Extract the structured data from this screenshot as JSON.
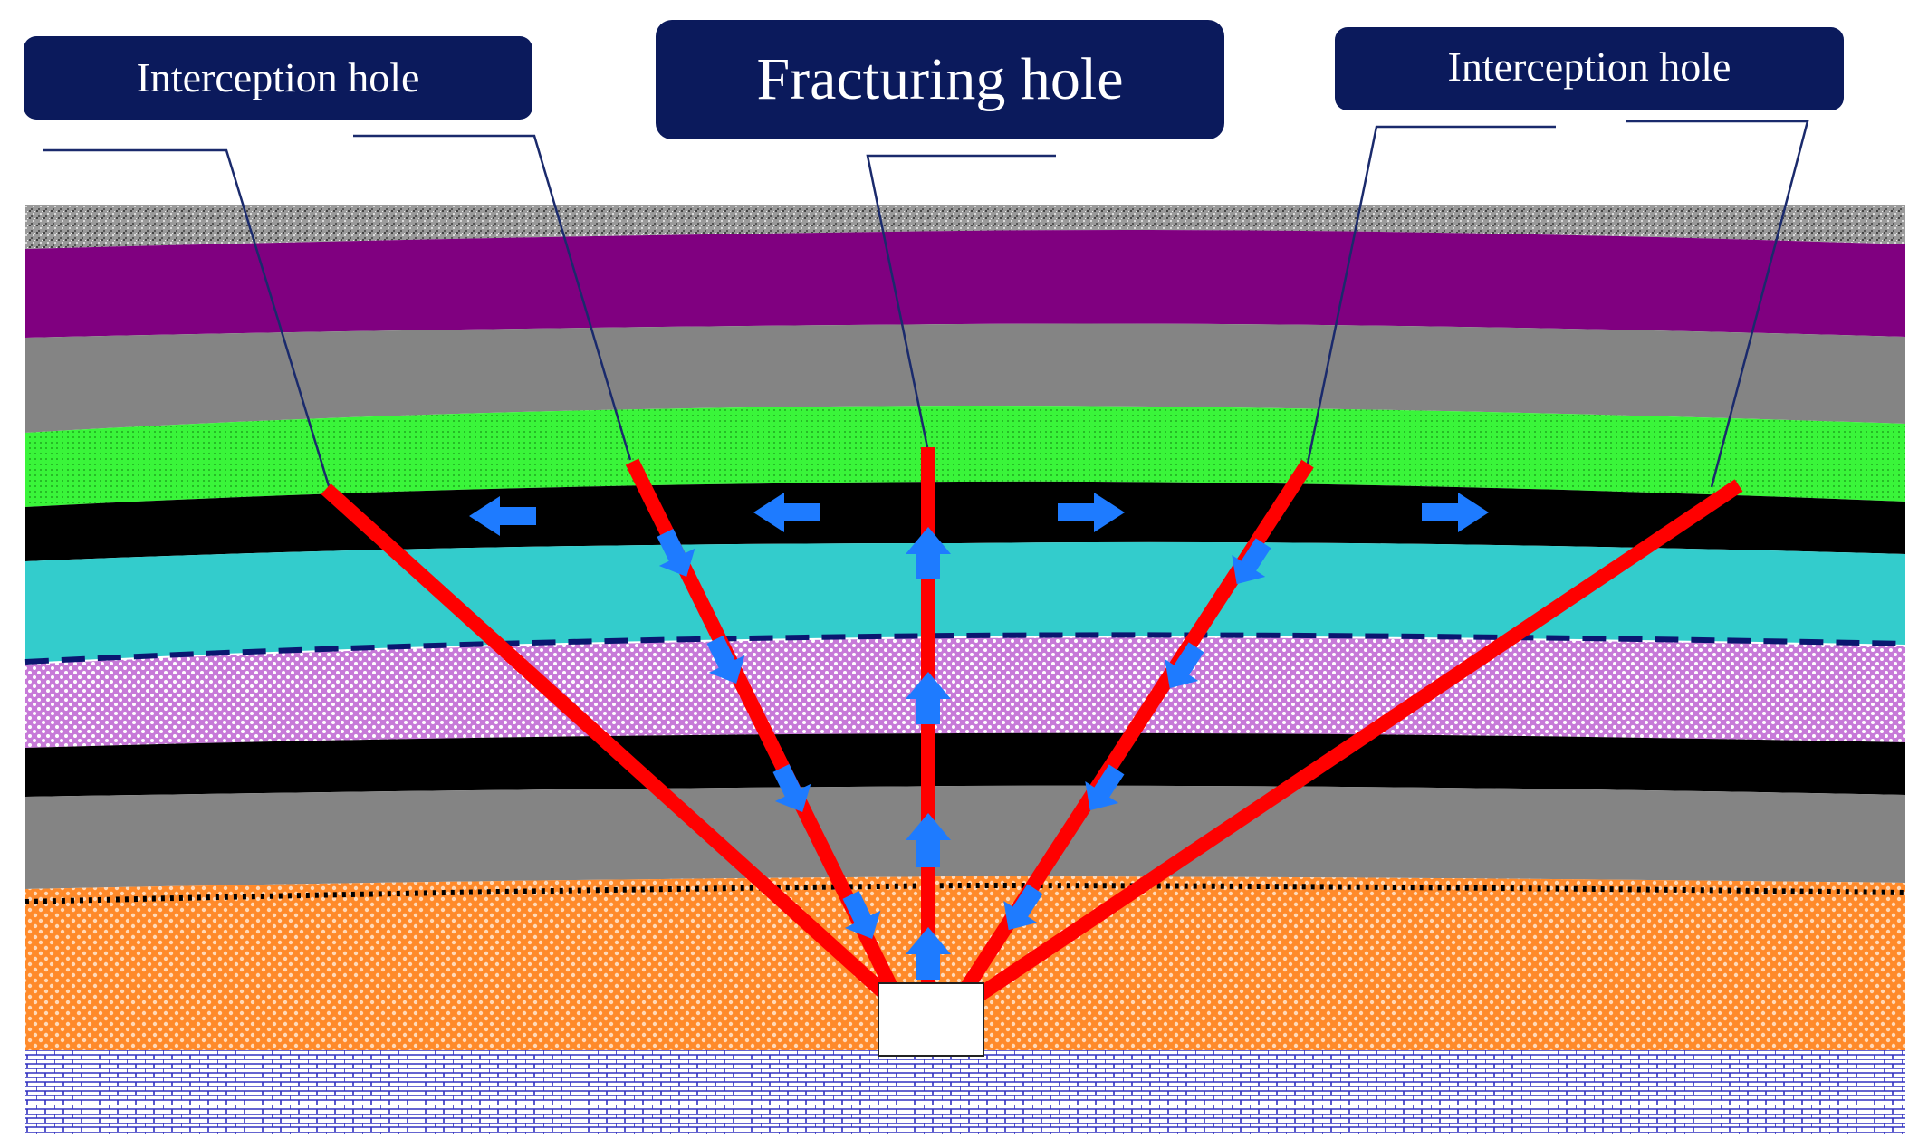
{
  "labels": {
    "left": "Interception hole",
    "center": "Fracturing hole",
    "right": "Interception hole"
  },
  "colors": {
    "label_bg": "#0b1a5c",
    "label_text": "#ffffff",
    "hole": "#ff0000",
    "arrow": "#1e7bff",
    "leader": "#1a2a6c",
    "topsoil": "#8c8c8c",
    "purple_layer": "#7b007b",
    "grey_layer": "#808080",
    "green_layer": "#33ee33",
    "coal_seam": "#000000",
    "cyan_layer": "#33cccc",
    "dotted_purple_layer": "#b060c8",
    "orange_layer": "#ff8c33",
    "brick_layer": "#3a3acc",
    "chamber": "#ffffff"
  }
}
